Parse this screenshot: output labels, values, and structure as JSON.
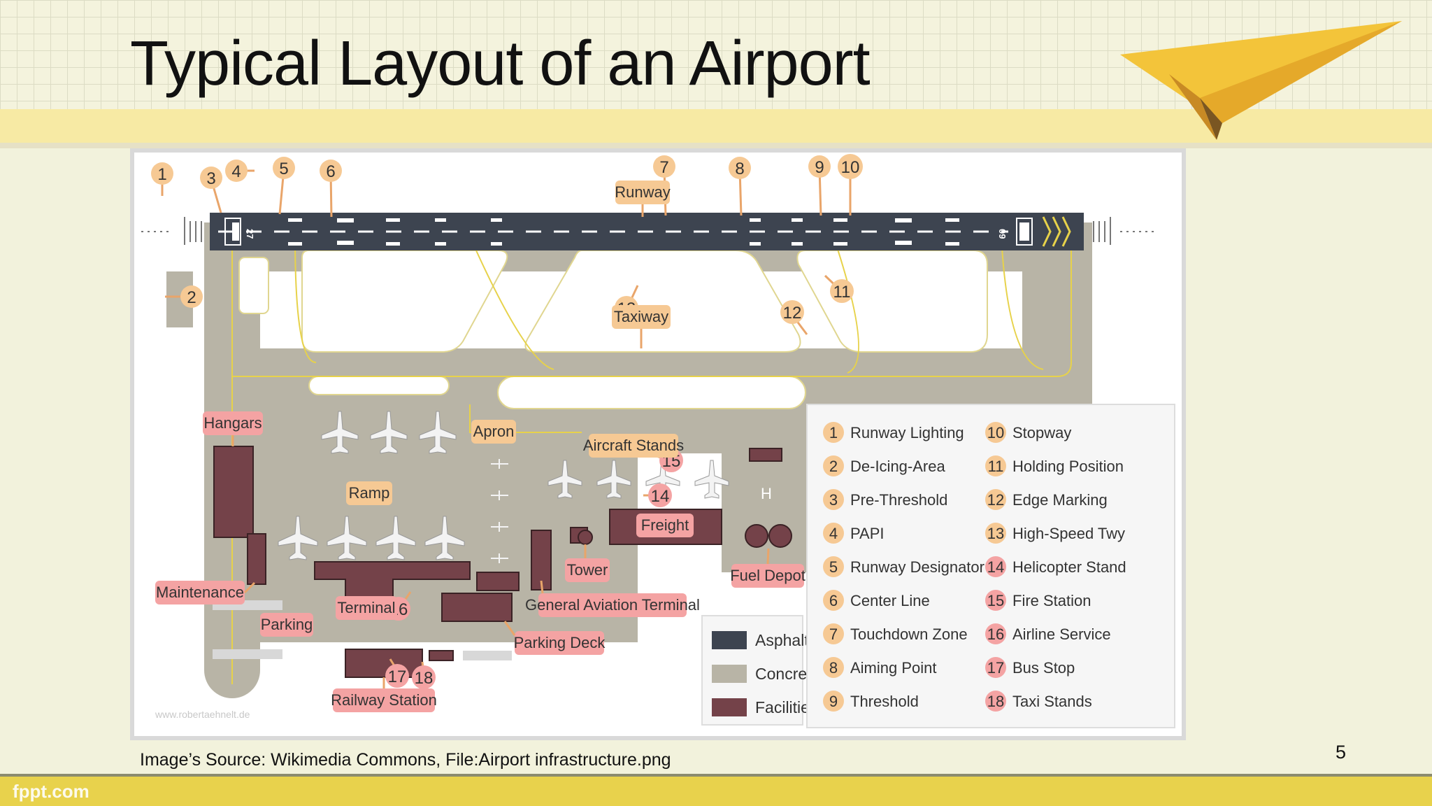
{
  "slide": {
    "title": "Typical Layout of an Airport",
    "source": "Image’s Source: Wikimedia Commons, File:Airport infrastructure.png",
    "page_number": "5",
    "brand": "fppt.com"
  },
  "diagram": {
    "watermark": "www.robertaehnelt.de",
    "numbers": [
      "1",
      "2",
      "3",
      "4",
      "5",
      "6",
      "7",
      "8",
      "9",
      "10",
      "11",
      "12",
      "13",
      "14",
      "15",
      "16",
      "17",
      "18"
    ],
    "area_labels": {
      "runway": "Runway",
      "taxiway": "Taxiway",
      "apron": "Apron",
      "aircraft_stands": "Aircraft Stands",
      "hangars": "Hangars",
      "ramp": "Ramp",
      "maintenance": "Maintenance",
      "terminal": "Terminal",
      "parking": "Parking",
      "railway_station": "Railway Station",
      "tower": "Tower",
      "freight": "Freight",
      "fuel_depot": "Fuel Depot",
      "general_aviation_terminal": "General Aviation Terminal",
      "parking_deck": "Parking Deck",
      "helipad": "H",
      "runway_27": "27",
      "runway_09": "09"
    },
    "material_legend": [
      {
        "label": "Asphalt",
        "color": "#3d4450"
      },
      {
        "label": "Concrete",
        "color": "#b8b4a6"
      },
      {
        "label": "Facilities",
        "color": "#744249"
      }
    ],
    "legend_left": [
      {
        "num": "1",
        "label": "Runway Lighting"
      },
      {
        "num": "2",
        "label": "De-Icing-Area"
      },
      {
        "num": "3",
        "label": "Pre-Threshold"
      },
      {
        "num": "4",
        "label": "PAPI"
      },
      {
        "num": "5",
        "label": "Runway Designator"
      },
      {
        "num": "6",
        "label": "Center Line"
      },
      {
        "num": "7",
        "label": "Touchdown Zone"
      },
      {
        "num": "8",
        "label": "Aiming Point"
      },
      {
        "num": "9",
        "label": "Threshold"
      }
    ],
    "legend_right": [
      {
        "num": "10",
        "label": "Stopway"
      },
      {
        "num": "11",
        "label": "Holding Position"
      },
      {
        "num": "12",
        "label": "Edge Marking"
      },
      {
        "num": "13",
        "label": "High-Speed Twy"
      },
      {
        "num": "14",
        "label": "Helicopter Stand"
      },
      {
        "num": "15",
        "label": "Fire Station"
      },
      {
        "num": "16",
        "label": "Airline Service"
      },
      {
        "num": "17",
        "label": "Bus Stop"
      },
      {
        "num": "18",
        "label": "Taxi Stands"
      }
    ],
    "colors": {
      "asphalt": "#3d4450",
      "concrete": "#b8b4a6",
      "facilities": "#744249",
      "tag_orange": "#f6c994",
      "tag_pink": "#f4a3a3",
      "marking": "#e7d24a"
    }
  }
}
